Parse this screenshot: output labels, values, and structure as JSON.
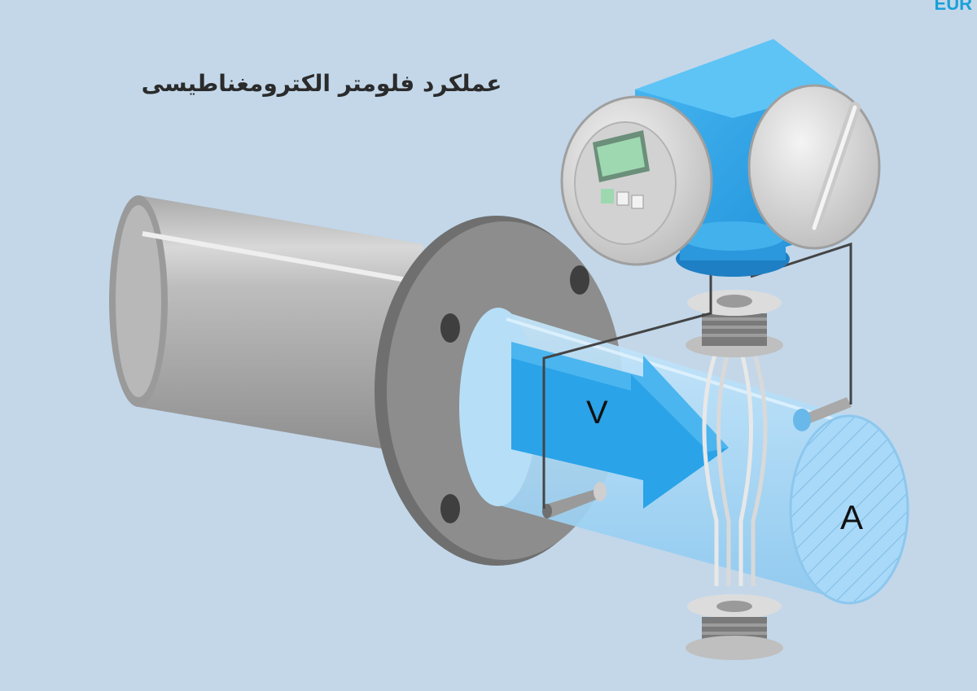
{
  "title": "عملکرد فلومتر الکترومغناطیسی",
  "corner_mark": "EUR",
  "labels": {
    "velocity": "V",
    "area": "A"
  },
  "colors": {
    "background": "#c3d7e9",
    "pipe_metal": "#bdbdbd",
    "flange": "#8d8d8d",
    "liner": "#aad8f5",
    "arrow": "#2aa3e8",
    "transmitter": "#2aa0e6",
    "cover": "#e6e6e6",
    "display": "#9ed8b0",
    "wire": "#444444"
  },
  "icons": {
    "transmitter": "transmitter-housing-icon",
    "display": "lcd-display-icon",
    "electrode": "electrode-icon",
    "coil": "magnetic-coil-icon"
  }
}
